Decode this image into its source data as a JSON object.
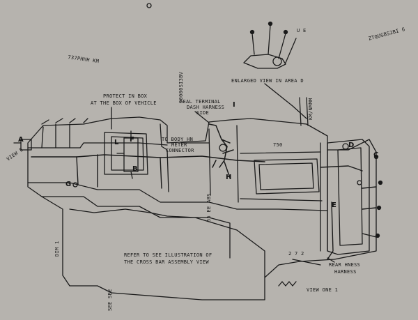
{
  "labels": {
    "view_e": "VIEW E",
    "upper_right": "ZTQUGBS2BI 6",
    "top_left": "737PHHH KM",
    "view_vert": "90000SI3BV",
    "protect_in": "PROTECT IN BOX",
    "protect_in_2": "AT THE BOX OF VEHICLE",
    "enlarged": "ENLARGED VIEW IN AREA D",
    "seal_terminal": "SEAL TERMINAL",
    "dash_harness": "DASH HARNESS",
    "side": "SIDE",
    "to_body_hn": "TO BODY HN",
    "meter": "METER",
    "connector": "CONNECTOR",
    "refer_line1": "REFER TO SEE ILLUSTRATION OF",
    "refer_line2": "THE CROSS BAR ASSEMBLY VIEW",
    "dim_750": "750",
    "label_272": "2 7 2",
    "rear_line1": "REAR HNESS",
    "rear_line2": "HARNESS",
    "bottom_right": "VIEW ONE 1",
    "left_vert": "DIM 1",
    "mid_vert": "55 EE ABS",
    "bottom_vert": "SEE SEE",
    "right_vert": "KM/NMMM",
    "top_right_r": "U E",
    "letter_A": "A",
    "letter_B": "B",
    "letter_C": "C",
    "letter_D": "D",
    "letter_E": "E",
    "letter_F": "F",
    "letter_G": "G",
    "letter_H": "H",
    "letter_I": "I",
    "letter_L": "L"
  },
  "colors": {
    "background": "#b6b3ae",
    "ink": "#141414"
  }
}
